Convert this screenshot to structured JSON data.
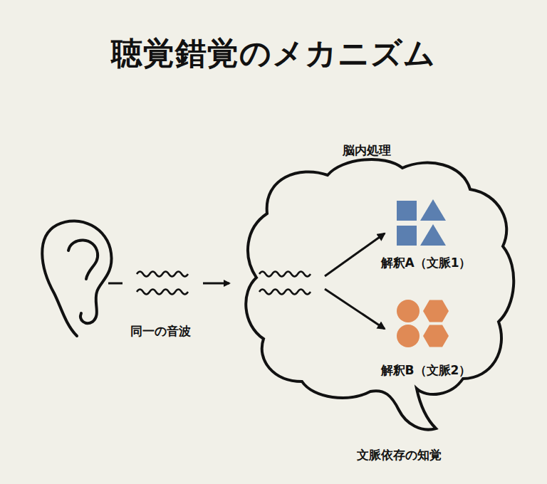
{
  "diagram": {
    "title": "聴覚錯覚のメカニズム",
    "caption": "文脈依存の知覚",
    "nodes": [
      {
        "text": [
          "脳内処理"
        ]
      }
    ],
    "labels": [
      "同一の音波",
      "解釈A（文脈1）",
      "解釈B（文脈2）"
    ]
  }
}
